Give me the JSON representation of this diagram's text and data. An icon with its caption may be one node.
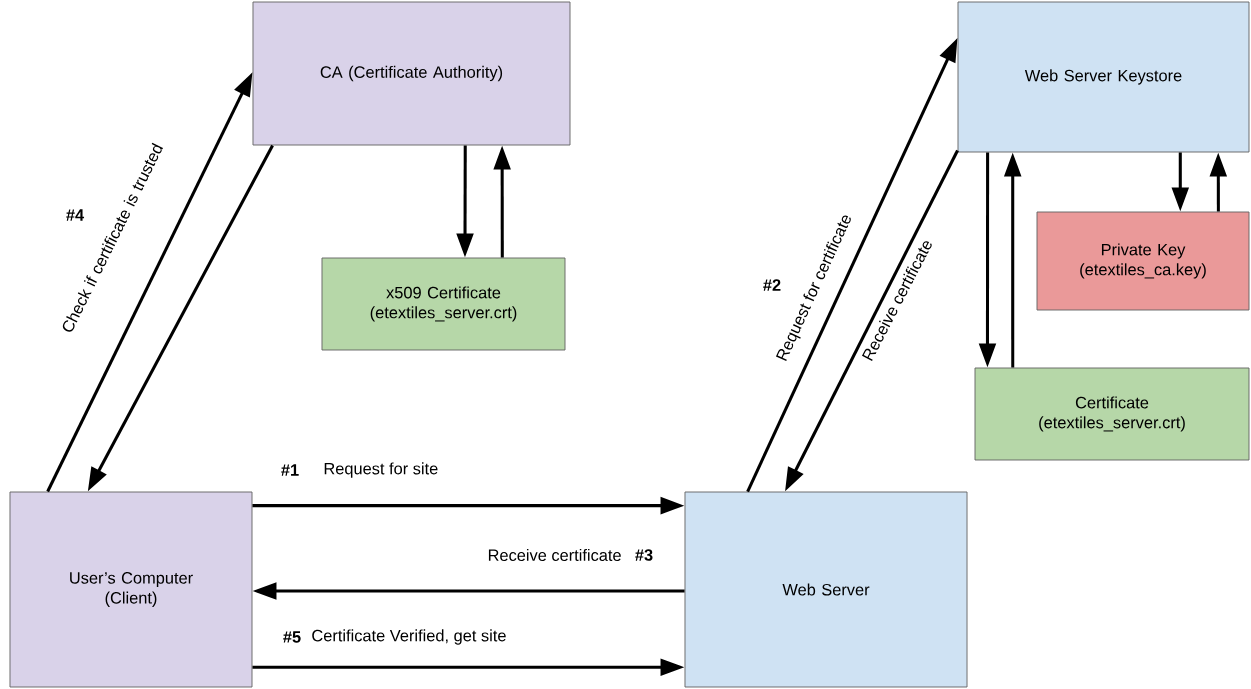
{
  "diagram": {
    "nodes": [
      {
        "text": [
          "CA (Certificate Authority)"
        ]
      },
      {
        "text": [
          "x509 Certificate (etextiles_server.crt)"
        ]
      },
      {
        "text": [
          "Web Server Keystore"
        ]
      },
      {
        "text": [
          "Private Key (etextiles_ca.key)"
        ]
      },
      {
        "text": [
          "Certificate (etextiles_server.crt)"
        ]
      },
      {
        "text": [
          "User’s Computer (Client)"
        ]
      },
      {
        "text": [
          "Web Server"
        ]
      }
    ],
    "edges": [
      {
        "from": 5,
        "to": 0,
        "arrow": "to",
        "label": "Check if certificate is trusted"
      },
      {
        "from": 0,
        "to": 5,
        "arrow": "to"
      },
      {
        "from": 0,
        "to": 1,
        "arrow": "to"
      },
      {
        "from": 1,
        "to": 0,
        "arrow": "to"
      },
      {
        "from": 6,
        "to": 2,
        "arrow": "to",
        "label": "Request for certificate"
      },
      {
        "from": 2,
        "to": 6,
        "arrow": "to",
        "label": "Receive certificate"
      },
      {
        "from": 2,
        "to": 4,
        "arrow": "to"
      },
      {
        "from": 4,
        "to": 2,
        "arrow": "to"
      },
      {
        "from": 2,
        "to": 3,
        "arrow": "to"
      },
      {
        "from": 3,
        "to": 2,
        "arrow": "to"
      },
      {
        "from": 5,
        "to": 6,
        "arrow": "to",
        "label": "Request for site"
      },
      {
        "from": 6,
        "to": 5,
        "arrow": "to",
        "label": "Receive certificate"
      },
      {
        "from": 5,
        "to": 6,
        "arrow": "to",
        "label": "Certificate Verified, get site"
      }
    ],
    "labels": [
      "#4",
      "#2",
      "#1",
      "#3",
      "#5"
    ]
  }
}
